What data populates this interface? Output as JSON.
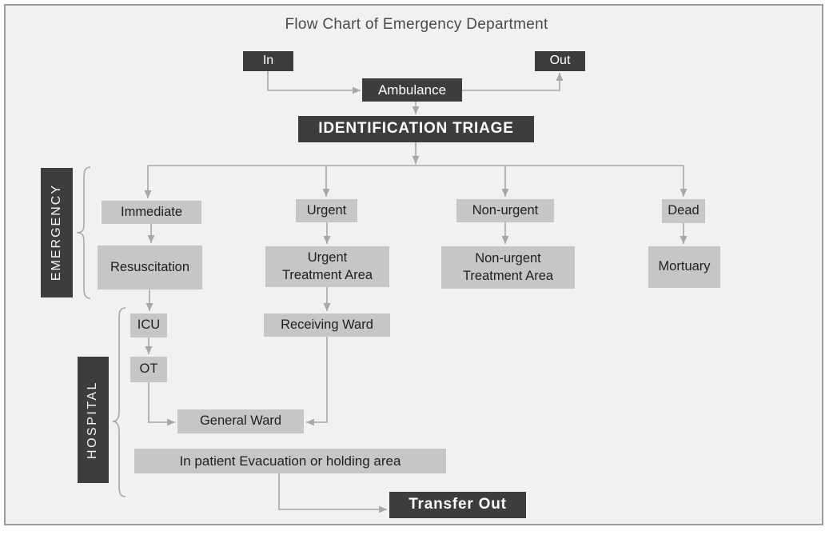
{
  "title": "Flow Chart of Emergency Department",
  "colors": {
    "panel_bg": "#f1f1f1",
    "panel_border": "#9d9d9d",
    "dark_box": "#3d3d3d",
    "light_box": "#c6c6c6",
    "connector": "#a8a8a8",
    "title_text": "#4a4a4a"
  },
  "groups": {
    "emergency": {
      "label": "EMERGENCY"
    },
    "hospital": {
      "label": "HOSPITAL"
    }
  },
  "nodes": {
    "in": {
      "label": "In"
    },
    "out": {
      "label": "Out"
    },
    "ambulance": {
      "label": "Ambulance"
    },
    "identification_triage": {
      "label": "IDENTIFICATION TRIAGE"
    },
    "immediate": {
      "label": "Immediate"
    },
    "urgent": {
      "label": "Urgent"
    },
    "non_urgent": {
      "label": "Non-urgent"
    },
    "dead": {
      "label": "Dead"
    },
    "resuscitation": {
      "label": "Resuscitation"
    },
    "urgent_treatment_area": {
      "label": "Urgent\nTreatment Area"
    },
    "non_urgent_treatment_area": {
      "label": "Non-urgent\nTreatment Area"
    },
    "mortuary": {
      "label": "Mortuary"
    },
    "icu": {
      "label": "ICU"
    },
    "ot": {
      "label": "OT"
    },
    "receiving_ward": {
      "label": "Receiving Ward"
    },
    "general_ward": {
      "label": "General Ward"
    },
    "inpatient_evacuation": {
      "label": "In patient Evacuation or holding area"
    },
    "transfer_out": {
      "label": "Transfer Out"
    }
  }
}
